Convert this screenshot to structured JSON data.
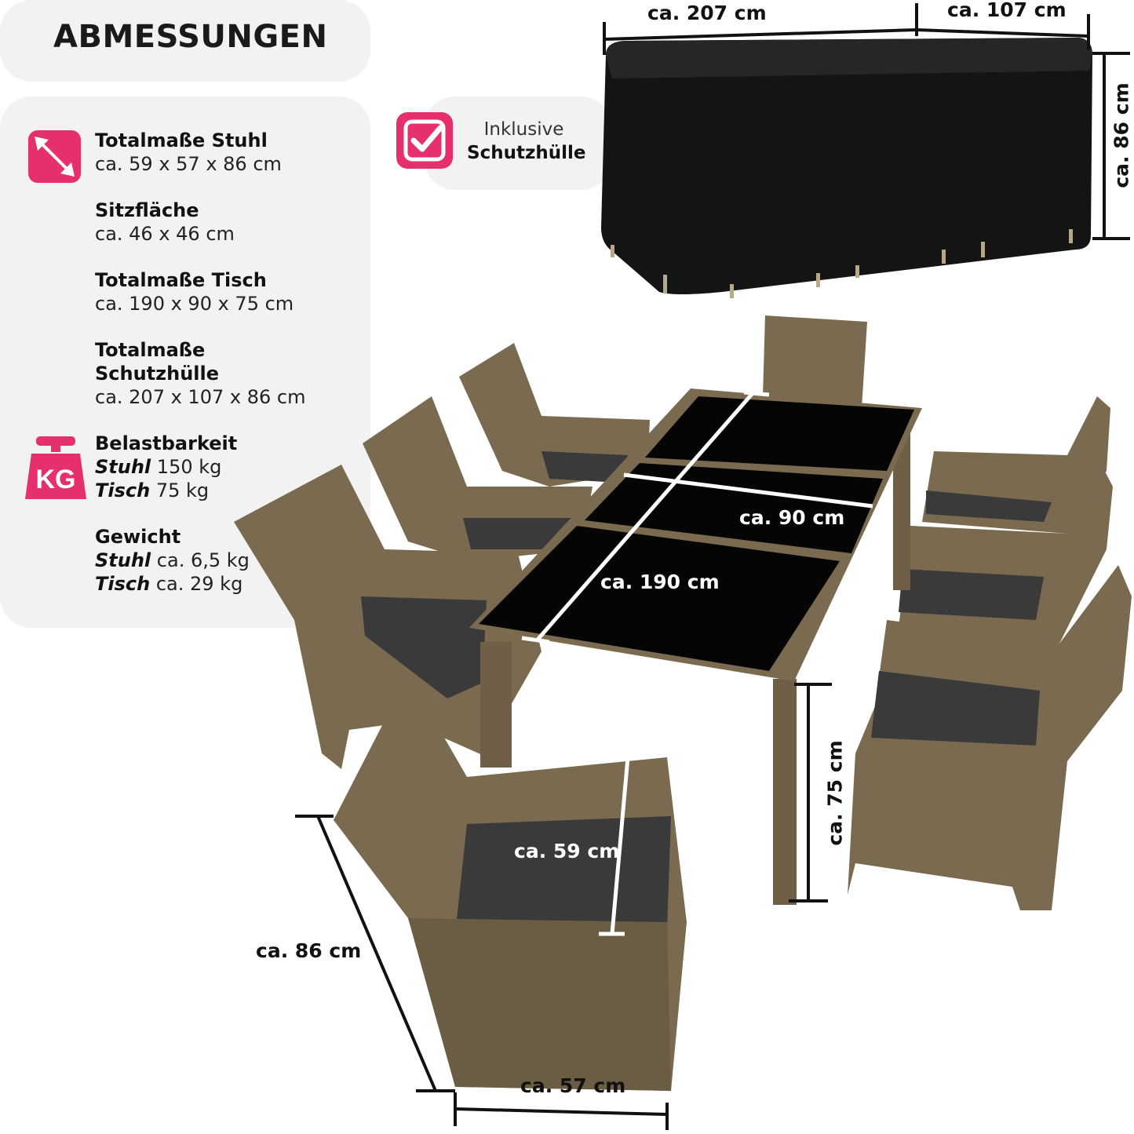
{
  "title": "ABMESSUNGEN",
  "specs": [
    {
      "icon": "diagonal-arrow-icon",
      "heading": "Totalmaße Stuhl",
      "value": "ca. 59 x 57 x 86 cm"
    },
    {
      "heading": "Sitzfläche",
      "value": "ca. 46 x 46 cm"
    },
    {
      "heading": "Totalmaße Tisch",
      "value": "ca. 190 x 90 x 75 cm"
    },
    {
      "heading_line1": "Totalmaße",
      "heading_line2": "Schutzhülle",
      "value": "ca. 207 x 107 x 86 cm"
    },
    {
      "icon": "kg-weight-icon",
      "icon_text": "KG",
      "heading": "Belastbarkeit",
      "rows": [
        {
          "label": "Stuhl",
          "value": "150 kg"
        },
        {
          "label": "Tisch",
          "value": "75 kg"
        }
      ]
    },
    {
      "heading": "Gewicht",
      "rows": [
        {
          "label": "Stuhl",
          "value": "ca. 6,5 kg"
        },
        {
          "label": "Tisch",
          "value": "ca. 29 kg"
        }
      ]
    }
  ],
  "cover_badge": {
    "icon": "checkmark-icon",
    "line1": "Inklusive",
    "line2": "Schutzhülle"
  },
  "dimensions": {
    "cover_length": "ca. 207 cm",
    "cover_width": "ca. 107 cm",
    "cover_height": "ca. 86 cm",
    "table_width": "ca. 90 cm",
    "table_length": "ca. 190 cm",
    "table_height": "ca. 75 cm",
    "chair_depth": "ca. 59 cm",
    "chair_height": "ca. 86 cm",
    "chair_width": "ca. 57 cm"
  },
  "colors": {
    "accent": "#e6306e",
    "panel": "#f2f2f2",
    "rattan": "#7a6a50",
    "cushion": "#3a3a3a",
    "cover": "#0f0f0f"
  }
}
